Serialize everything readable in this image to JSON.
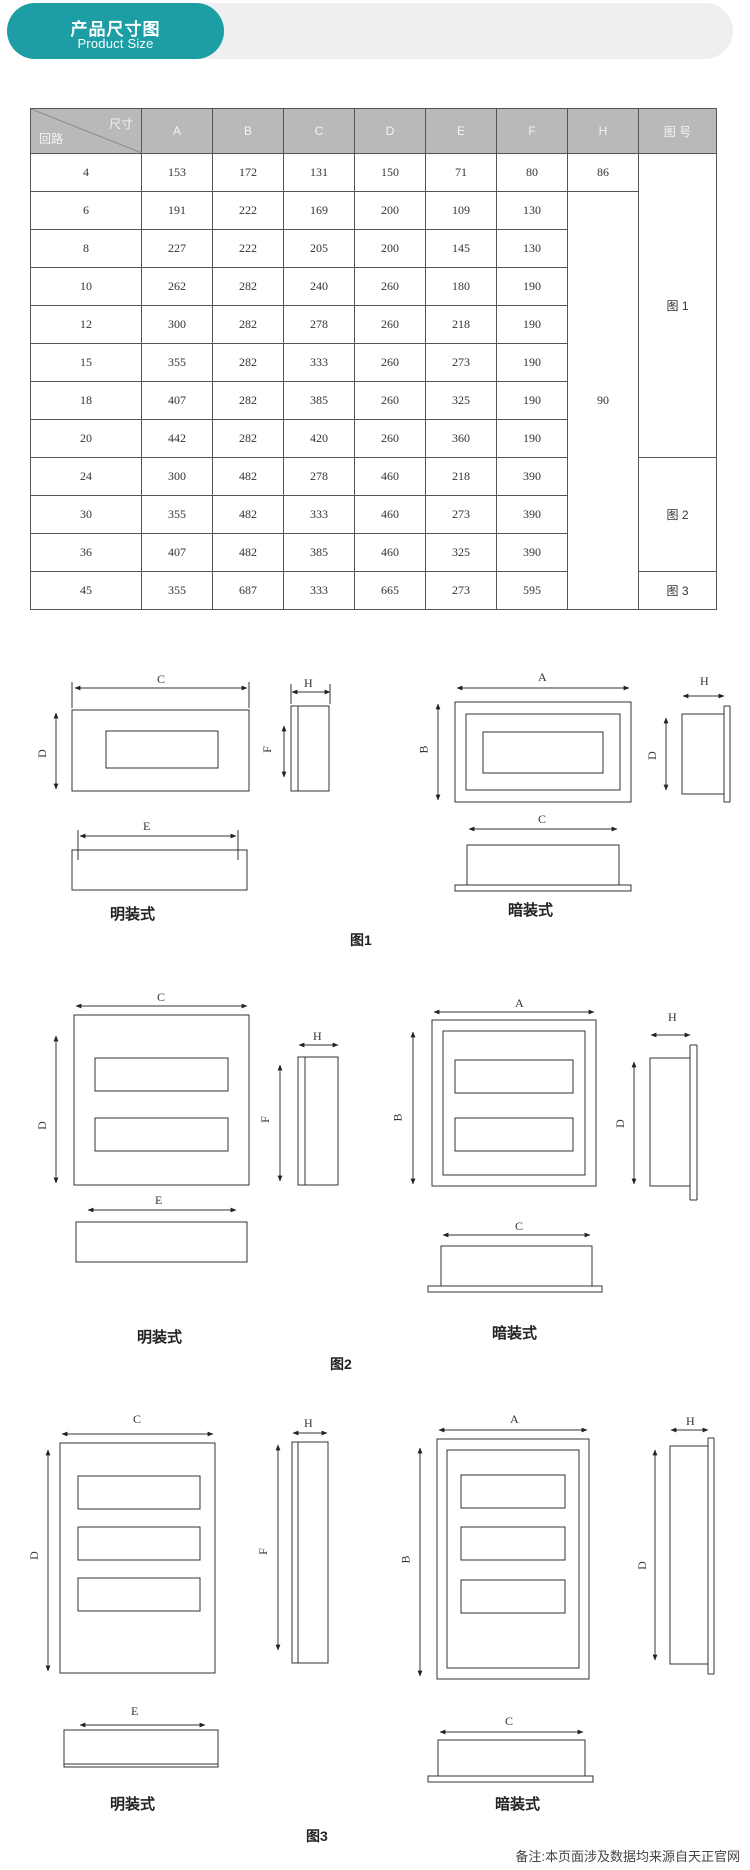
{
  "header": {
    "title_cn": "产品尺寸图",
    "title_en": "Product Size"
  },
  "table": {
    "corner_top": "尺寸",
    "corner_bottom": "回路",
    "columns": [
      "A",
      "B",
      "C",
      "D",
      "E",
      "F",
      "H",
      "图 号"
    ],
    "rows": [
      {
        "circuits": "4",
        "A": "153",
        "B": "172",
        "C": "131",
        "D": "150",
        "E": "71",
        "F": "80"
      },
      {
        "circuits": "6",
        "A": "191",
        "B": "222",
        "C": "169",
        "D": "200",
        "E": "109",
        "F": "130"
      },
      {
        "circuits": "8",
        "A": "227",
        "B": "222",
        "C": "205",
        "D": "200",
        "E": "145",
        "F": "130"
      },
      {
        "circuits": "10",
        "A": "262",
        "B": "282",
        "C": "240",
        "D": "260",
        "E": "180",
        "F": "190"
      },
      {
        "circuits": "12",
        "A": "300",
        "B": "282",
        "C": "278",
        "D": "260",
        "E": "218",
        "F": "190"
      },
      {
        "circuits": "15",
        "A": "355",
        "B": "282",
        "C": "333",
        "D": "260",
        "E": "273",
        "F": "190"
      },
      {
        "circuits": "18",
        "A": "407",
        "B": "282",
        "C": "385",
        "D": "260",
        "E": "325",
        "F": "190"
      },
      {
        "circuits": "20",
        "A": "442",
        "B": "282",
        "C": "420",
        "D": "260",
        "E": "360",
        "F": "190"
      },
      {
        "circuits": "24",
        "A": "300",
        "B": "482",
        "C": "278",
        "D": "460",
        "E": "218",
        "F": "390"
      },
      {
        "circuits": "30",
        "A": "355",
        "B": "482",
        "C": "333",
        "D": "460",
        "E": "273",
        "F": "390"
      },
      {
        "circuits": "36",
        "A": "407",
        "B": "482",
        "C": "385",
        "D": "460",
        "E": "325",
        "F": "390"
      },
      {
        "circuits": "45",
        "A": "355",
        "B": "687",
        "C": "333",
        "D": "665",
        "E": "273",
        "F": "595"
      }
    ],
    "H_values": [
      "86",
      "90"
    ],
    "figures": [
      "图 1",
      "图 2",
      "图 3"
    ]
  },
  "drawings": {
    "dim_labels": {
      "A": "A",
      "B": "B",
      "C": "C",
      "D": "D",
      "E": "E",
      "F": "F",
      "H": "H"
    },
    "surface_label": "明装式",
    "flush_label": "暗装式",
    "fig1": "图1",
    "fig2": "图2",
    "fig3": "图3"
  },
  "footnote": "备注:本页面涉及数据均来源自天正官网"
}
